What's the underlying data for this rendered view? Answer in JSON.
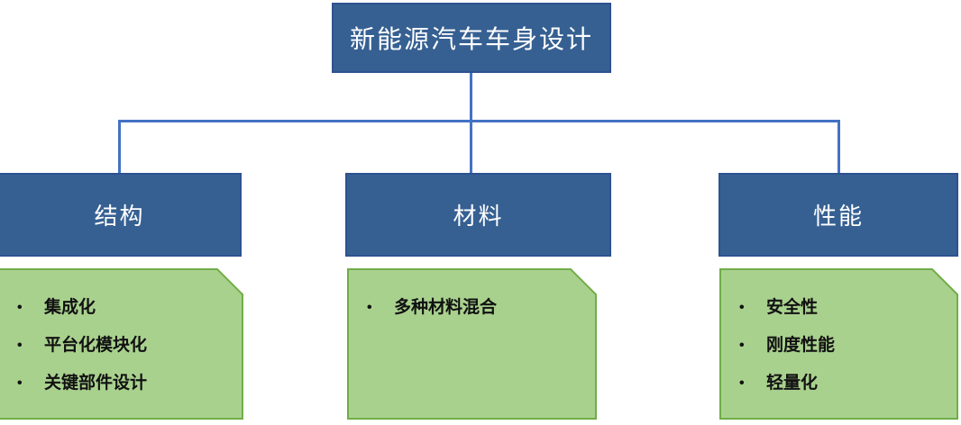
{
  "diagram": {
    "bullet_char": "•",
    "root": {
      "label": "新能源汽车车身设计"
    },
    "branches": [
      {
        "label": "结构",
        "items": [
          "集成化",
          "平台化模块化",
          "关键部件设计"
        ]
      },
      {
        "label": "材料",
        "items": [
          "多种材料混合"
        ]
      },
      {
        "label": "性能",
        "items": [
          "安全性",
          "刚度性能",
          "轻量化"
        ]
      }
    ],
    "colors": {
      "node_fill": "#366092",
      "node_border": "#2E5290",
      "node_text": "#FFFFFF",
      "connector": "#4472C4",
      "note_fill": "#A9D18E",
      "note_border": "#70AD47",
      "note_text": "#111111"
    }
  }
}
